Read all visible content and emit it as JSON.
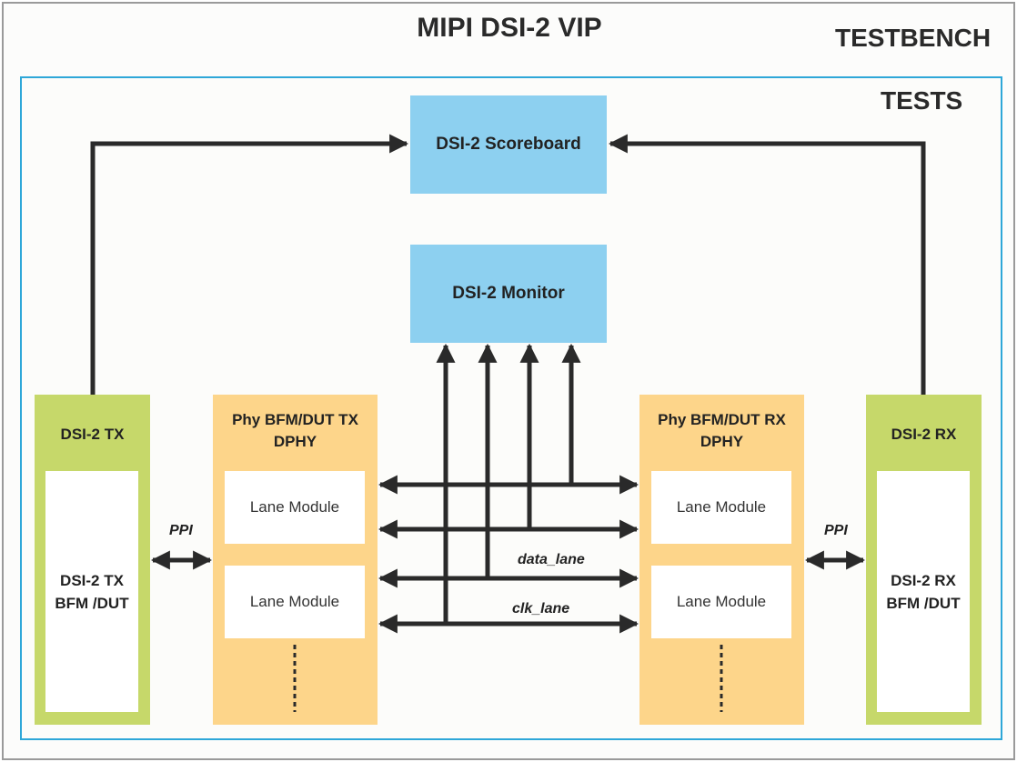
{
  "diagram": {
    "title": "MIPI DSI-2 VIP",
    "testbench_label": "TESTBENCH",
    "tests_label": "TESTS",
    "scoreboard_label": "DSI-2 Scoreboard",
    "monitor_label": "DSI-2 Monitor",
    "tx_agent": {
      "header": "DSI-2 TX",
      "inner_line1": "DSI-2 TX",
      "inner_line2": "BFM /DUT"
    },
    "rx_agent": {
      "header": "DSI-2 RX",
      "inner_line1": "DSI-2 RX",
      "inner_line2": "BFM /DUT"
    },
    "tx_phy": {
      "header_line1": "Phy BFM/DUT TX",
      "header_line2": "DPHY",
      "lanes": [
        "Lane Module",
        "Lane Module"
      ]
    },
    "rx_phy": {
      "header_line1": "Phy BFM/DUT RX",
      "header_line2": "DPHY",
      "lanes": [
        "Lane Module",
        "Lane Module"
      ]
    },
    "ppi_left": "PPI",
    "ppi_right": "PPI",
    "data_lane_label": "data_lane",
    "clk_lane_label": "clk_lane",
    "colors": {
      "testbench_border": "#9a9a9a",
      "tests_border": "#2ea7d8",
      "component_blue": "#8dd0f0",
      "agent_green": "#c6d86a",
      "phy_orange": "#fdd58a",
      "arrow": "#2a2a2a"
    }
  }
}
